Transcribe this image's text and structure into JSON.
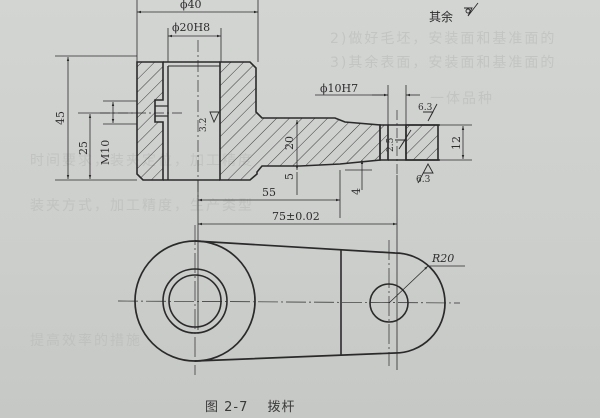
{
  "figure": {
    "number": "图 2-7",
    "title": "拨杆"
  },
  "surface_note": {
    "label": "其余",
    "symbol": "machined-surface-symbol"
  },
  "section_view": {
    "dimensions": {
      "outer_diameter": "ϕ40",
      "bore_diameter": "ϕ20H8",
      "total_height": "45",
      "thread_height": "25",
      "thread": "M10",
      "arm_thickness": "20",
      "arm_offset": "5",
      "small_hole": "ϕ10H7",
      "step": "4",
      "end_thickness": "12",
      "bore_offset": "55",
      "center_distance": "75±0.02"
    },
    "roughness": {
      "bore": "3.2",
      "small_hole": "2.5",
      "end_top": "6.3",
      "end_bottom": "6.3"
    }
  },
  "plan_view": {
    "end_radius": "R20"
  },
  "background_bleed": [
    "2)做好毛坯，安装面和基准面的",
    "3)其余表面，安装面和基准面的",
    "一体品种",
    "时间要求，装夹定位，加工精度",
    "装夹方式，加工精度，生产类型",
    "提高效率的措施"
  ],
  "colors": {
    "paper": "#cfd1cf",
    "ink": "#2a2a2a",
    "hatch": "#3a3a3a"
  }
}
